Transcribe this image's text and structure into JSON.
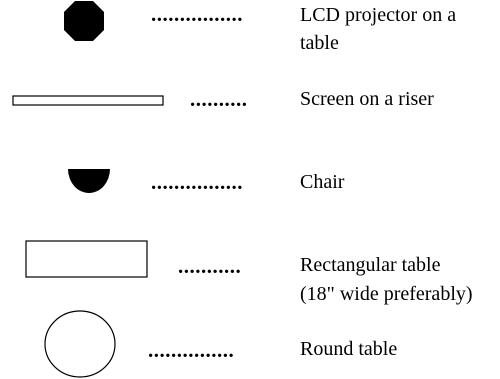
{
  "legend": {
    "items": [
      {
        "symbol": "octagon",
        "dots": "................",
        "label_line1": "LCD projector on a",
        "label_line2": "table"
      },
      {
        "symbol": "thin-rectangle",
        "dots": "..........",
        "label_line1": "Screen on a riser"
      },
      {
        "symbol": "half-circle",
        "dots": "................",
        "label_line1": "Chair"
      },
      {
        "symbol": "rectangle",
        "dots": "...........",
        "label_line1": "Rectangular table",
        "label_line2": "(18\" wide preferably)"
      },
      {
        "symbol": "circle",
        "dots": "...............",
        "label_line1": "Round table"
      }
    ]
  }
}
